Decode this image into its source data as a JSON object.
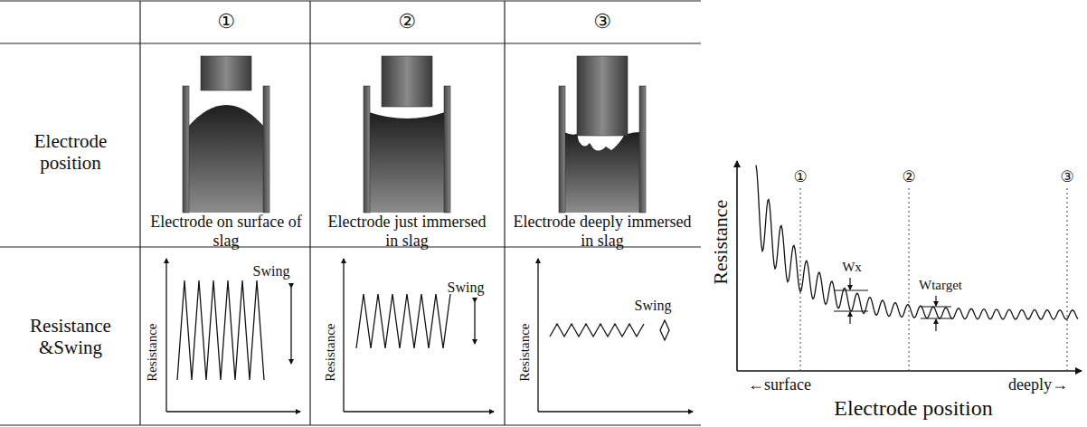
{
  "diagram": {
    "labels": [
      "①",
      "②",
      "③",
      "Electrode position",
      "Electrode on surface of slag",
      "Electrode just immersed in slag",
      "Electrode deeply immersed in slag",
      "Resistance &Swing",
      "Resistance",
      "Swing",
      "Resistance",
      "Swing",
      "Resistance",
      "Swing",
      "Resistance",
      "①",
      "②",
      "③",
      "Wx",
      "Wtarget",
      "←surface",
      "deeply→",
      "Electrode position"
    ]
  }
}
